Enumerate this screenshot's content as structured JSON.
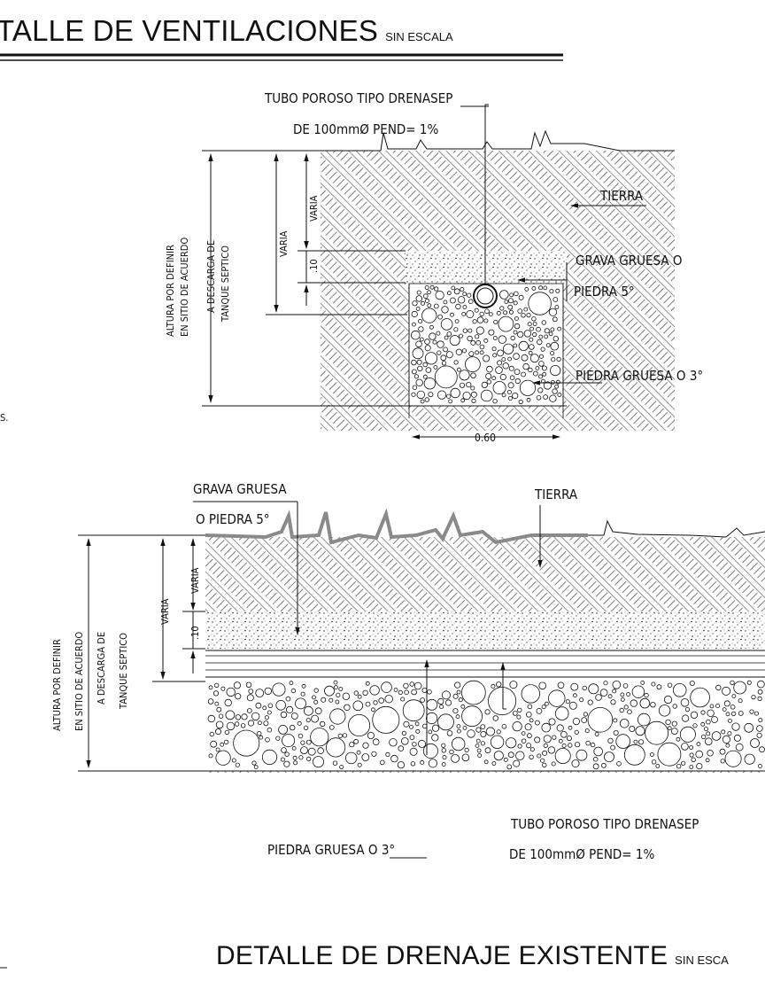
{
  "top_detail": {
    "title": "TALLE DE VENTILACIONES",
    "scale_note": "SIN ESCALA",
    "labels": {
      "pipe_line1": "TUBO POROSO TIPO DRENASEP",
      "pipe_line2": "DE 100mmØ PEND= 1%",
      "soil": "TIERRA",
      "gravel_line1": "GRAVA GRUESA O",
      "gravel_line2": "PIEDRA 5°",
      "stone": "PIEDRA GRUESA O 3°",
      "height_line1": "ALTURA POR DEFINIR",
      "height_line2": "EN SITIO DE ACUERDO",
      "height_line3": "A DESCARGA DE",
      "height_line4": "TANQUE SEPTICO",
      "dim_varia_outer": "VARIA",
      "dim_varia_inner": "VARIA",
      "dim_10": ".10",
      "dim_width": "0.60",
      "edge_fragment": "S."
    }
  },
  "bottom_detail": {
    "title": "DETALLE DE DRENAJE EXISTENTE",
    "scale_note": "SIN ESCA",
    "labels": {
      "gravel_line1": "GRAVA GRUESA",
      "gravel_line2": "O PIEDRA 5°",
      "soil": "TIERRA",
      "stone": "PIEDRA GRUESA O 3°",
      "pipe_line1": "TUBO POROSO TIPO DRENASEP",
      "pipe_line2": "DE 100mmØ PEND= 1%",
      "height_line1": "ALTURA POR DEFINIR",
      "height_line2": "EN SITIO DE ACUERDO",
      "height_line3": "A DESCARGA DE",
      "height_line4": "TANQUE SEPTICO",
      "dim_varia_outer": "VARIA",
      "dim_varia_inner": "VARIA",
      "dim_10": ".10"
    }
  },
  "colors": {
    "ink": "#111111",
    "surface_line": "#8a8a8a"
  }
}
